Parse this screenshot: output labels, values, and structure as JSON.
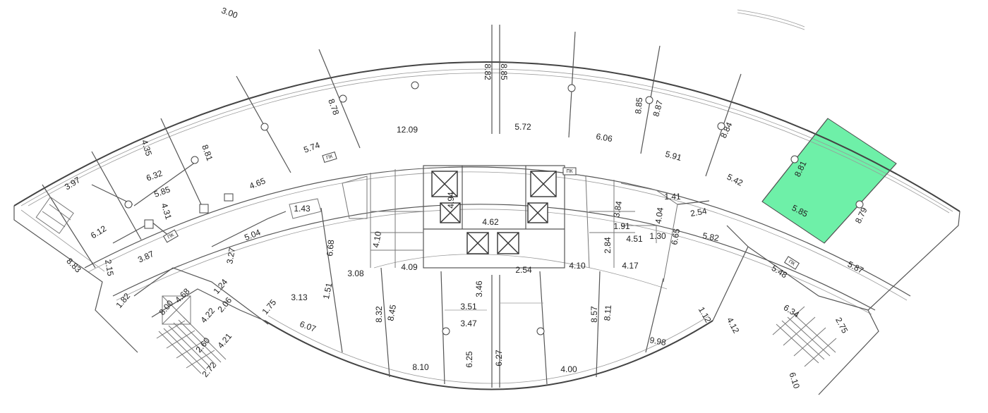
{
  "plan": {
    "highlight_color": "#6ef0a8",
    "wall_color": "#555555",
    "top_label": "3.00",
    "pk_label": "ПК",
    "outer_labels": [
      "3.97",
      "6.12",
      "8.83",
      "2.15",
      "4.35",
      "6.32",
      "5.85",
      "4.31",
      "3.87",
      "8.81",
      "4.65",
      "5.74",
      "8.78",
      "12.09",
      "8.82",
      "8.85",
      "5.72",
      "6.06",
      "8.85",
      "8.87",
      "5.91",
      "8.84",
      "5.42",
      "8.81",
      "5.85",
      "8.79",
      "5.87"
    ],
    "core_labels": [
      "4.94",
      "4.62",
      "1.43",
      "4.10",
      "4.09",
      "2.54",
      "3.46",
      "4.10",
      "4.17",
      "3.84",
      "1.41",
      "4.04",
      "1.91",
      "4.51",
      "1.30",
      "2.84",
      "6.65",
      "2.54",
      "5.82"
    ],
    "inner_labels": [
      "5.04",
      "3.27",
      "6.68",
      "3.08",
      "1.51",
      "3.13",
      "8.32",
      "8.45",
      "3.51",
      "3.47",
      "6.25",
      "6.27",
      "8.57",
      "8.11",
      "6.07",
      "8.10",
      "4.00",
      "9.98",
      "1.12",
      "5.48",
      "4.12",
      "6.34",
      "2.75",
      "6.10"
    ],
    "stair_left_labels": [
      "1.82",
      "8.00",
      "4.68",
      "1.24",
      "2.06",
      "4.22",
      "1.75",
      "2.60",
      "4.21",
      "2.72"
    ]
  }
}
